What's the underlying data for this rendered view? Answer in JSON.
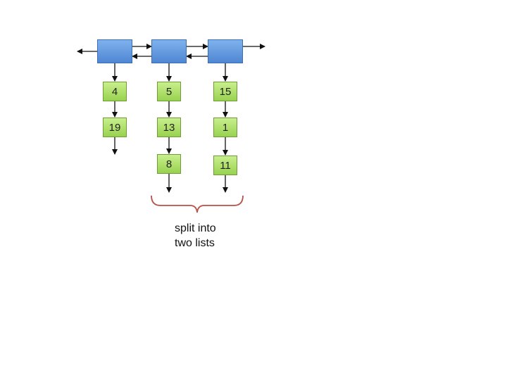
{
  "diagram": {
    "columns": [
      {
        "nodes": [
          "4",
          "19"
        ]
      },
      {
        "nodes": [
          "5",
          "13",
          "8"
        ]
      },
      {
        "nodes": [
          "15",
          "1",
          "11"
        ]
      }
    ],
    "caption": "split into\ntwo lists",
    "colors": {
      "head_fill": "#5b8fd9",
      "node_fill": "#a8dc5c",
      "brace": "#b5524a",
      "arrow": "#111111"
    }
  }
}
